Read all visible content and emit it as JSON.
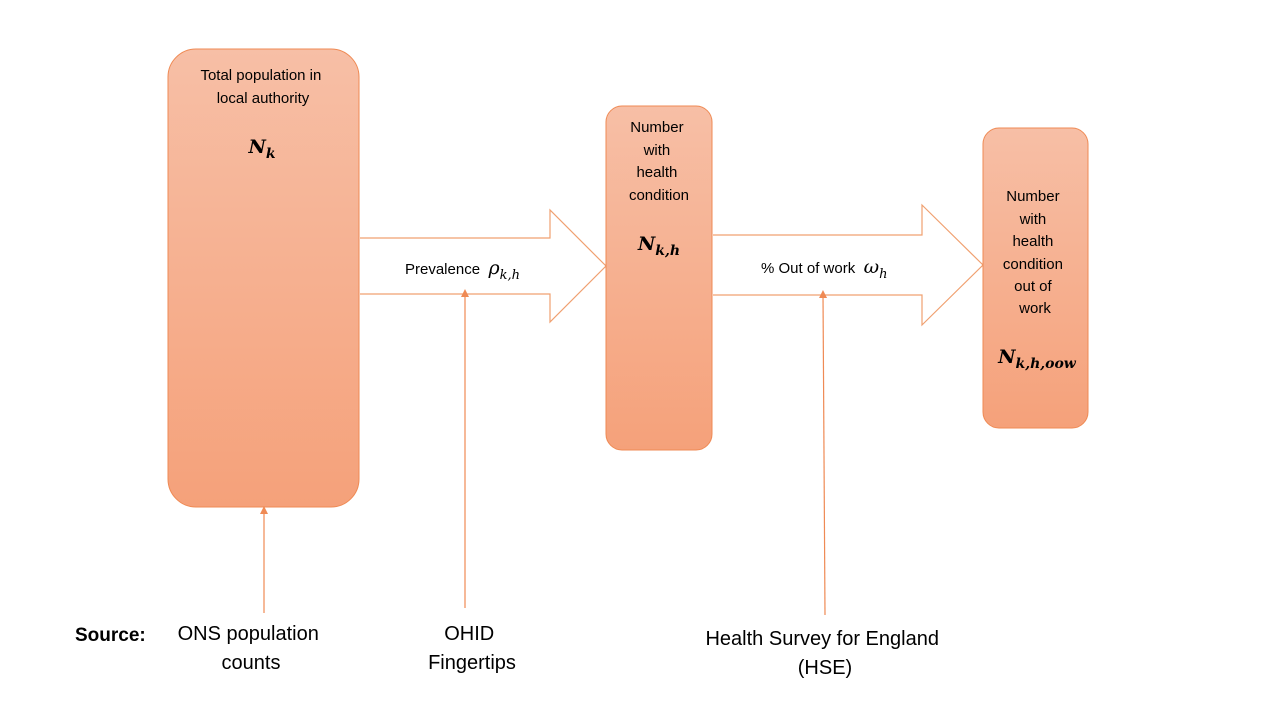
{
  "colors": {
    "box_top": "#f7bfa6",
    "box_bottom": "#f5a17a",
    "box_stroke": "#ef8a54",
    "arrow_stroke": "#f0a070",
    "pointer": "#ef8a54"
  },
  "boxes": {
    "population": {
      "label_lines": [
        "Total population in",
        "local authority"
      ],
      "symbol": "N",
      "subscript": "k"
    },
    "condition": {
      "label_lines": [
        "Number",
        "with",
        "health",
        "condition"
      ],
      "symbol": "N",
      "subscript": "k,h"
    },
    "out_of_work": {
      "label_lines": [
        "Number",
        "with",
        "health",
        "condition",
        "out of",
        "work"
      ],
      "symbol": "N",
      "subscript": "k,h,oow"
    }
  },
  "arrows": {
    "prevalence": {
      "label": "Prevalence",
      "symbol": "ρ",
      "subscript": "k,h"
    },
    "out_of_work": {
      "label": "% Out of work",
      "symbol": "ω",
      "subscript": "h"
    }
  },
  "sources": {
    "heading": "Source:",
    "ons": [
      "ONS population",
      "counts"
    ],
    "ohid": [
      "OHID",
      "Fingertips"
    ],
    "hse": [
      "Health Survey for England",
      "(HSE)"
    ]
  }
}
